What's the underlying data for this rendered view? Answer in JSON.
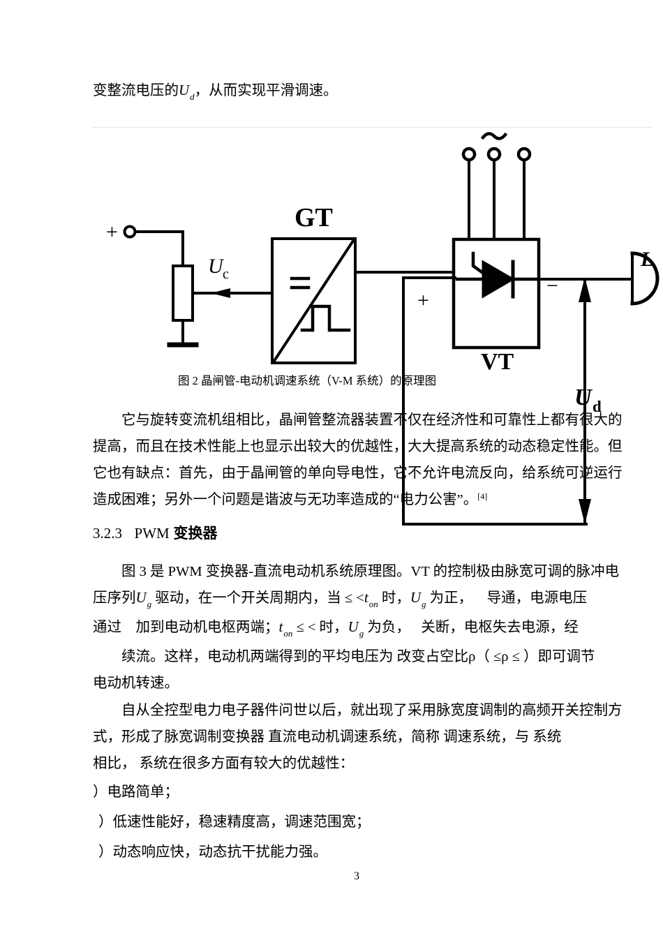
{
  "document": {
    "page_number": "3",
    "top_line": {
      "prefix": "变整流电压的",
      "var": "U",
      "var_sub": "d",
      "suffix": "，从而实现平滑调速。"
    },
    "figure": {
      "caption": "图 2  晶闸管-电动机调速系统（V-M 系统）的原理图",
      "labels": {
        "plus_input": "+",
        "uc": "U",
        "uc_sub": "c",
        "gt": "GT",
        "gt_dc": "=",
        "ac_source": "~",
        "vt": "VT",
        "vt_plus": "+",
        "vt_minus": "−",
        "inductor": "L",
        "ud": "U",
        "ud_sub": "d"
      }
    },
    "paragraph_1": {
      "line1": "它与旋转变流机组相比，晶闸管整流器装置不仅在经济性和可靠性上都有很大的",
      "line2": "提高，而且在技术性能上也显示出较大的优越性，大大提高系统的动态稳定性能。但",
      "line3": "它也有缺点：首先，由于晶闸管的单向导电性，它不允许电流反向，给系统可逆运行",
      "line4": "造成困难；另外一个问题是谐波与无功率造成的“电力公害”。",
      "line4_ref": "[4]"
    },
    "heading_323": {
      "number": "3.2.3",
      "latin": "PWM",
      "text": "变换器"
    },
    "paragraph_2": {
      "line1": "图 3 是 PWM 变换器-直流电动机系统原理图。VT 的控制极由脉宽可调的脉冲电",
      "line2_a": "压序列",
      "line2_var1": "U",
      "line2_var1_sub": "g",
      "line2_b": "驱动，在一个开关周期内，当 ≤ <",
      "line2_var2": "t",
      "line2_var2_sub": "on",
      "line2_c": "时，",
      "line2_var3": "U",
      "line2_var3_sub": "g",
      "line2_d": "为正，",
      "line2_e": "导通，电源电压",
      "line3_a": "通过",
      "line3_b": "加到电动机电枢两端；",
      "line3_var1": "t",
      "line3_var1_sub": "on",
      "line3_c": "≤ <  时，",
      "line3_var2": "U",
      "line3_var2_sub": "g",
      "line3_d": "为负，",
      "line3_e": "关断，电枢失去电源，经",
      "line4": "续流。这样，电动机两端得到的平均电压为 改变占空比ρ（ ≤ρ ≤ ）即可调节",
      "line5": "电动机转速。"
    },
    "paragraph_3": {
      "line1": "自从全控型电力电子器件问世以后，就出现了采用脉宽度调制的高频开关控制方",
      "line2": "式，形成了脉宽调制变换器 直流电动机调速系统，简称      调速系统，与      系统",
      "line3": "相比，      系统在很多方面有较大的优越性："
    },
    "list_items": [
      "）电路简单；",
      "）低速性能好，稳速精度高，调速范围宽；",
      "）动态响应快，动态抗干扰能力强。"
    ]
  },
  "colors": {
    "text": "#000000",
    "rule": "#e2e2e2",
    "figure_stroke": "#000000",
    "background": "#ffffff"
  }
}
